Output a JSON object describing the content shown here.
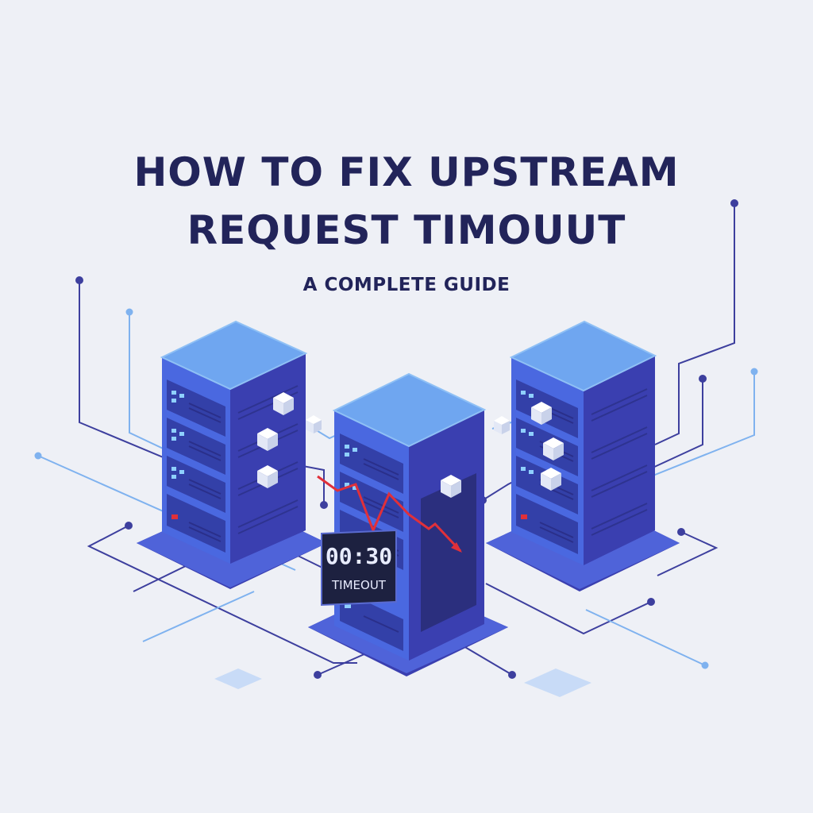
{
  "title": {
    "line1": "HOW TO FIX UPSTREAM",
    "line2": "REQUEST TIMOUUT",
    "subtitle": "A COMPLETE GUIDE"
  },
  "timer": {
    "time": "00:30",
    "label": "TIMEOUT"
  },
  "colors": {
    "background": "#eef0f6",
    "title": "#22245a",
    "server_top": "#6fa6f0",
    "server_left": "#4a68e0",
    "server_right": "#3a3fb0",
    "line_dark": "#3d3f9e",
    "line_light": "#7fb2ef",
    "alert": "#e0303a"
  },
  "icons": {
    "servers": "server-rack-icon",
    "nodes": "cube-node-icon",
    "signal": "error-zigzag-icon",
    "timer": "timer-display-icon"
  }
}
